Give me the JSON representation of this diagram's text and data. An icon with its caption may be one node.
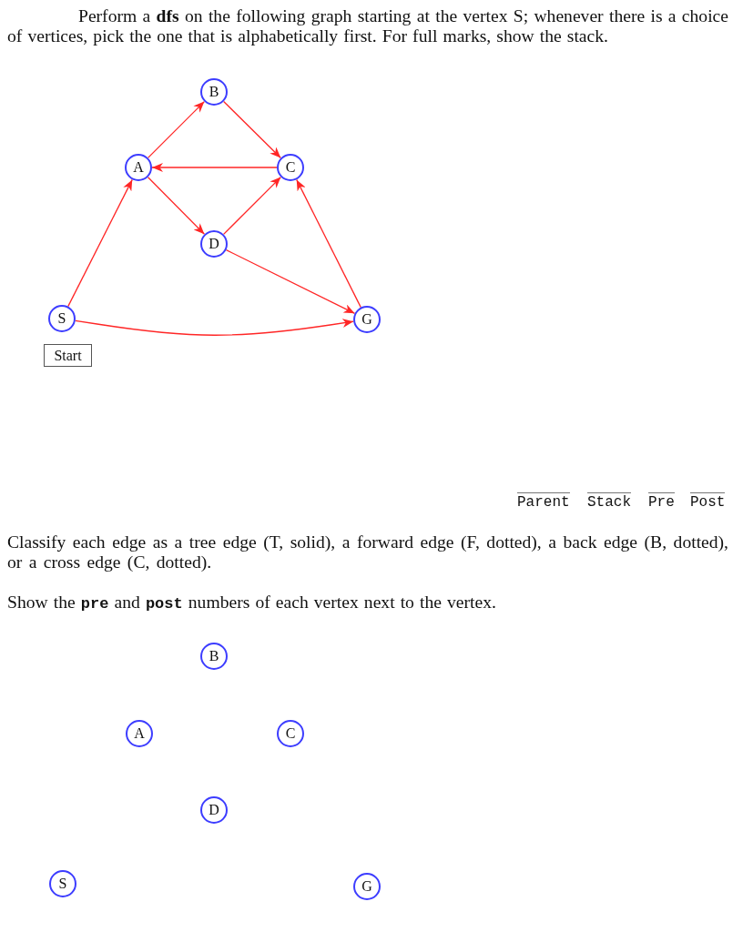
{
  "diagram": {
    "nodes": [
      {
        "text": [
          "B"
        ]
      },
      {
        "text": [
          "A"
        ]
      },
      {
        "text": [
          "C"
        ]
      },
      {
        "text": [
          "D"
        ]
      },
      {
        "text": [
          "S"
        ]
      },
      {
        "text": [
          "G"
        ]
      },
      {
        "text": [
          "Start"
        ]
      },
      {
        "text": [
          "B"
        ]
      },
      {
        "text": [
          "A"
        ]
      },
      {
        "text": [
          "C"
        ]
      },
      {
        "text": [
          "D"
        ]
      },
      {
        "text": [
          "S"
        ]
      },
      {
        "text": [
          "G"
        ]
      }
    ],
    "edges": [
      {
        "from": 1,
        "to": 0,
        "arrow": "to"
      },
      {
        "from": 0,
        "to": 2,
        "arrow": "to"
      },
      {
        "from": 2,
        "to": 1,
        "arrow": "to"
      },
      {
        "from": 1,
        "to": 3,
        "arrow": "to"
      },
      {
        "from": 3,
        "to": 2,
        "arrow": "to"
      },
      {
        "from": 3,
        "to": 5,
        "arrow": "to"
      },
      {
        "from": 5,
        "to": 2,
        "arrow": "to"
      },
      {
        "from": 4,
        "to": 1,
        "arrow": "to"
      },
      {
        "from": 4,
        "to": 5,
        "arrow": "to"
      }
    ],
    "labels": [
      "Perform a **dfs** on the following graph starting at the vertex S; whenever there is a choice of vertices, pick the one that is alphabetically first. For full marks, show the stack.",
      "Parent",
      "Stack",
      "Pre",
      "Post",
      "Classify each edge as a tree edge (T, solid), a forward edge (F, dotted), a back edge (B, dotted), or a cross edge (C, dotted).",
      "Show the **pre** and **post** numbers of each vertex next to the vertex."
    ]
  }
}
